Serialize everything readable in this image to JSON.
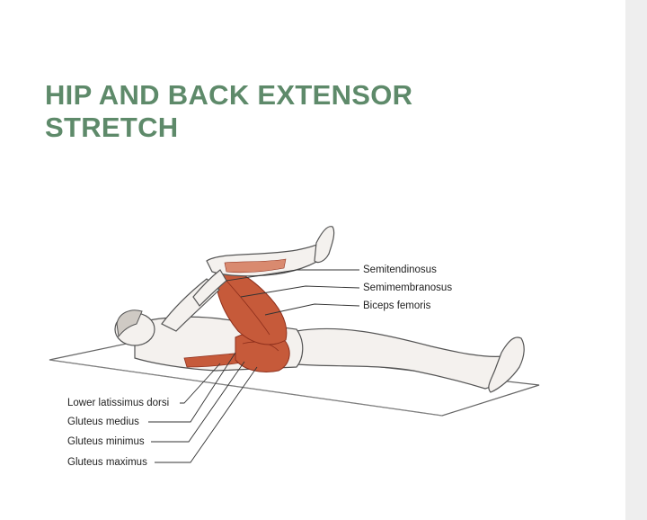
{
  "title": {
    "line1": "HIP AND BACK EXTENSOR",
    "line2": "STRETCH"
  },
  "labels": {
    "semitendinosus": "Semitendinosus",
    "semimembranosus": "Semimembranosus",
    "biceps_femoris": "Biceps femoris",
    "lower_latissimus_dorsi": "Lower latissimus dorsi",
    "gluteus_medius": "Gluteus medius",
    "gluteus_minimus": "Gluteus minimus",
    "gluteus_maximus": "Gluteus maximus"
  },
  "colors": {
    "title": "#5e8a6a",
    "muscle": "#c65a3a",
    "muscle_dark": "#8e2f1c",
    "outline": "#555555",
    "mat": "#ffffff",
    "background": "#ffffff"
  }
}
